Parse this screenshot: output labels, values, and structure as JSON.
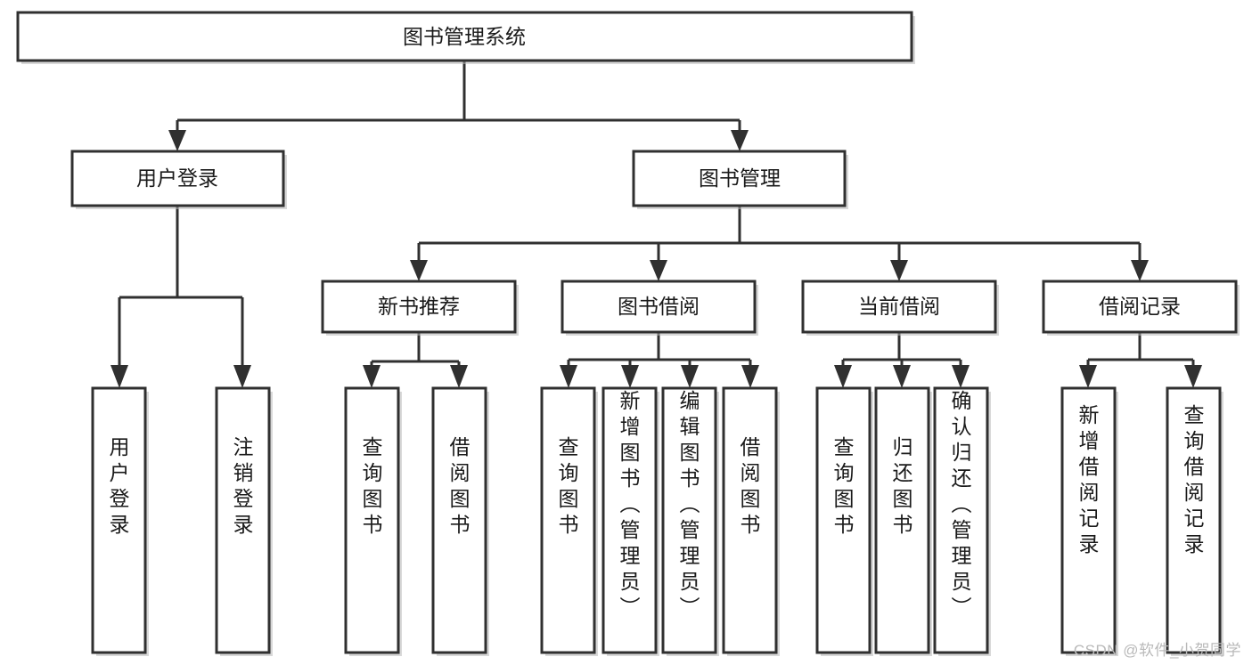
{
  "diagram": {
    "type": "tree-hierarchy",
    "title": "图书管理系统",
    "watermark": "CSDN @软件_小贺同学",
    "colors": {
      "stroke": "#303030",
      "fill": "#ffffff",
      "text": "#1a1a1a",
      "watermark": "#b9b9b9"
    },
    "levels": {
      "root": {
        "label": "图书管理系统"
      },
      "level2": [
        {
          "id": "user-login",
          "label": "用户登录"
        },
        {
          "id": "book-management",
          "label": "图书管理"
        }
      ],
      "level3": [
        {
          "id": "new-book-recommend",
          "label": "新书推荐",
          "parent": "book-management"
        },
        {
          "id": "book-borrow",
          "label": "图书借阅",
          "parent": "book-management"
        },
        {
          "id": "current-borrow",
          "label": "当前借阅",
          "parent": "book-management"
        },
        {
          "id": "borrow-record",
          "label": "借阅记录",
          "parent": "book-management"
        }
      ],
      "leaves": [
        {
          "id": "leaf-user-login",
          "label": "用户登录",
          "parent": "user-login"
        },
        {
          "id": "leaf-logout-login",
          "label": "注销登录",
          "parent": "user-login"
        },
        {
          "id": "leaf-query-book-1",
          "label": "查询图书",
          "parent": "new-book-recommend"
        },
        {
          "id": "leaf-borrow-book-1",
          "label": "借阅图书",
          "parent": "new-book-recommend"
        },
        {
          "id": "leaf-query-book-2",
          "label": "查询图书",
          "parent": "book-borrow"
        },
        {
          "id": "leaf-add-book",
          "label": "新增图书（管理员）",
          "parent": "book-borrow"
        },
        {
          "id": "leaf-edit-book",
          "label": "编辑图书（管理员）",
          "parent": "book-borrow"
        },
        {
          "id": "leaf-borrow-book-2",
          "label": "借阅图书",
          "parent": "book-borrow"
        },
        {
          "id": "leaf-query-book-3",
          "label": "查询图书",
          "parent": "current-borrow"
        },
        {
          "id": "leaf-return-book",
          "label": "归还图书",
          "parent": "current-borrow"
        },
        {
          "id": "leaf-confirm-return",
          "label": "确认归还（管理员）",
          "parent": "current-borrow"
        },
        {
          "id": "leaf-add-record",
          "label": "新增借阅记录",
          "parent": "borrow-record"
        },
        {
          "id": "leaf-query-record",
          "label": "查询借阅记录",
          "parent": "borrow-record"
        }
      ]
    }
  }
}
